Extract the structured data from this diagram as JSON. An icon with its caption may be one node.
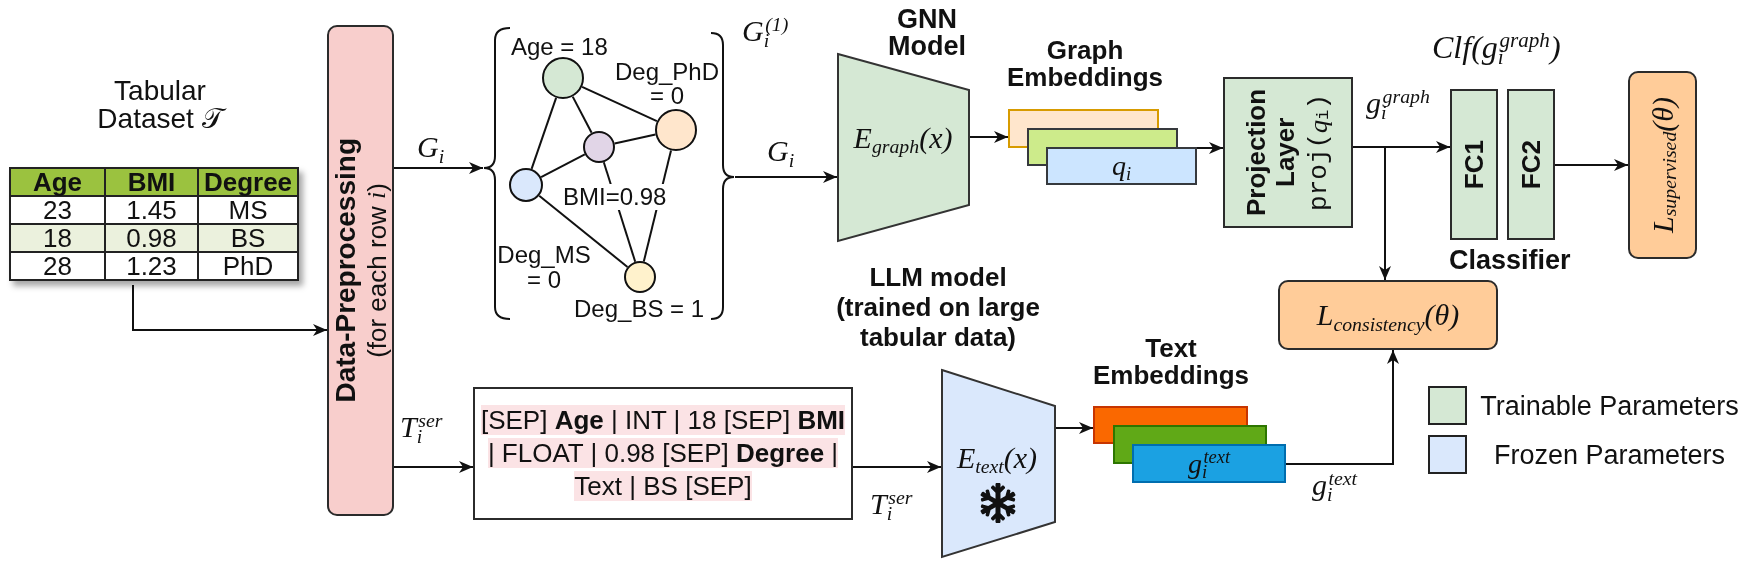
{
  "diagram": {
    "nodes": [
      {
        "text": [
          "Tabular Dataset 𝒯"
        ]
      },
      {
        "text": [
          "Data-Preprocessing",
          "(for each row *i*)"
        ]
      },
      {
        "text": [],
        "shape": "bracket",
        "beside": [
          "G$_{i}$$^{(1)}$"
        ]
      },
      {
        "text": [],
        "shape": "circle",
        "beside": [
          "Age = 18"
        ],
        "in": 2
      },
      {
        "text": [],
        "shape": "circle",
        "beside": [
          "Deg_PhD = 0"
        ],
        "in": 2
      },
      {
        "text": [],
        "shape": "circle",
        "beside": [
          "BMI=0.98"
        ],
        "in": 2
      },
      {
        "text": [],
        "shape": "circle",
        "beside": [
          "Deg_MS = 0"
        ],
        "in": 2
      },
      {
        "text": [],
        "shape": "circle",
        "beside": [
          "Deg_BS = 1"
        ],
        "in": 2
      },
      {
        "text": [
          "GNN Model",
          "E$_{graph}$(x)"
        ]
      },
      {
        "text": [
          "Graph Embeddings",
          "q$_{i}$"
        ]
      },
      {
        "text": [
          "Projection Layer",
          "proj(*q*$_{i}$)"
        ]
      },
      {
        "text": [
          "FC1"
        ]
      },
      {
        "text": [
          "FC2"
        ]
      },
      {
        "text": [
          "L$_{supervised}$(θ)"
        ]
      },
      {
        "text": [
          "[SEP] **Age** | INT | 18 [SEP] **BMI** | FLOAT | 0.98 [SEP] **Degree** | Text | BS [SEP]"
        ]
      },
      {
        "text": [
          "LLM model (trained on large tabular data)",
          "E$_{text}$(x)"
        ]
      },
      {
        "text": [
          "Text Embeddings",
          "g$_{i}$$^{text}$"
        ]
      },
      {
        "text": [
          "L$_{consistency}$(θ)"
        ]
      }
    ],
    "edges": [
      {
        "from": 0,
        "to": 1,
        "arrow": "to"
      },
      {
        "from": 1,
        "to": 2,
        "arrow": "to",
        "label": "G$_{i}$"
      },
      {
        "from": 2,
        "to": 8,
        "arrow": "to",
        "label": "G$_{i}$"
      },
      {
        "from": 3,
        "to": 4,
        "arrow": "none"
      },
      {
        "from": 3,
        "to": 5,
        "arrow": "none"
      },
      {
        "from": 3,
        "to": 6,
        "arrow": "none"
      },
      {
        "from": 5,
        "to": 4,
        "arrow": "none"
      },
      {
        "from": 5,
        "to": 6,
        "arrow": "none"
      },
      {
        "from": 5,
        "to": 7,
        "arrow": "none"
      },
      {
        "from": 6,
        "to": 7,
        "arrow": "none"
      },
      {
        "from": 4,
        "to": 7,
        "arrow": "none"
      },
      {
        "from": 8,
        "to": 9,
        "arrow": "to"
      },
      {
        "from": 9,
        "to": 10,
        "arrow": "to"
      },
      {
        "from": 10,
        "to": 11,
        "arrow": "to",
        "label": "g$_{i}$$^{graph}$"
      },
      {
        "from": 10,
        "to": 17,
        "arrow": "to"
      },
      {
        "from": 12,
        "to": 13,
        "arrow": "to"
      },
      {
        "from": 1,
        "to": 14,
        "arrow": "to",
        "label": "T$_{i}$$^{ser}$"
      },
      {
        "from": 14,
        "to": 15,
        "arrow": "to",
        "label": "T$_{i}$$^{ser}$"
      },
      {
        "from": 15,
        "to": 16,
        "arrow": "to"
      },
      {
        "from": 16,
        "to": 17,
        "arrow": "to",
        "label": "g$_{i}$$^{text}$"
      }
    ],
    "labels": [
      "Age",
      "BMI",
      "Degree",
      "23",
      "1.45",
      "MS",
      "18",
      "0.98",
      "BS",
      "28",
      "1.23",
      "PhD",
      "Clf(g$_{i}$$^{graph}$)",
      "Classifier"
    ],
    "legend": [
      {
        "text": "Trainable Parameters",
        "color": "#d5e8d4"
      },
      {
        "text": "Frozen Parameters",
        "color": "#dae8fc"
      }
    ]
  }
}
